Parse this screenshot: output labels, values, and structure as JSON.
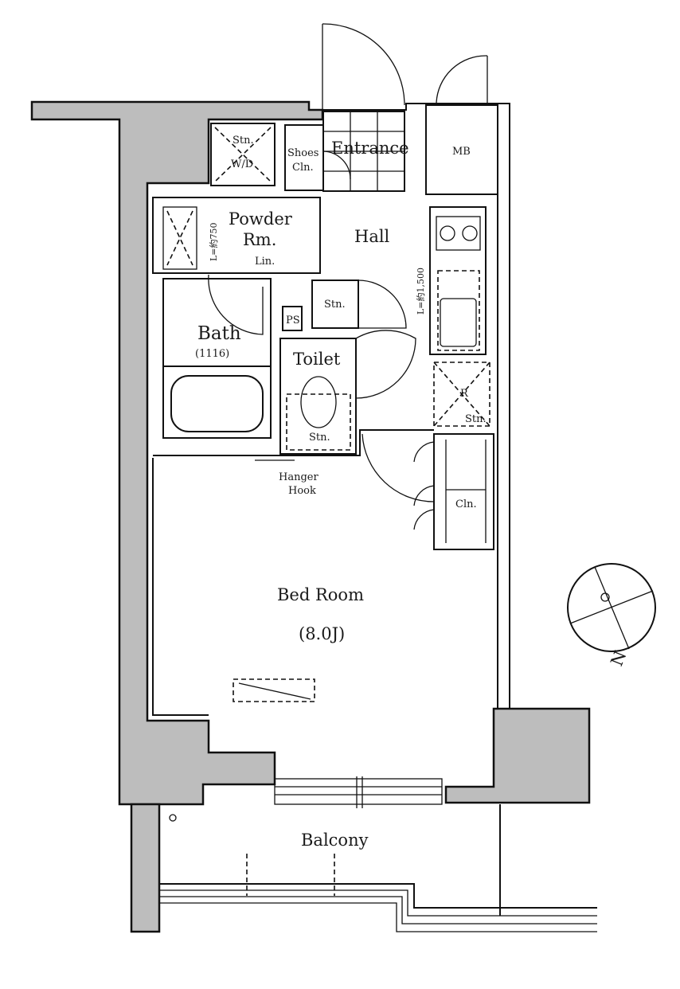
{
  "rooms": {
    "storage_wd_top": "Stn.",
    "washer_dryer": "W/D",
    "shoes_closet_line1": "Shoes",
    "shoes_closet_line2": "Cln.",
    "entrance": "Entrance",
    "meter_box": "MB",
    "powder_room_line1": "Powder",
    "powder_room_line2": "Rm.",
    "linen": "Lin.",
    "powder_ceiling_height": "L=約750",
    "hall": "Hall",
    "hall_ceiling_height": "L=約1,500",
    "pipe_space": "PS",
    "hall_storage": "Stn.",
    "bath": "Bath",
    "bath_size": "(1116)",
    "toilet": "Toilet",
    "toilet_storage": "Stn.",
    "refrigerator": "R",
    "kitchen_storage": "Stn.",
    "closet": "Cln.",
    "hanger_hook_line1": "Hanger",
    "hanger_hook_line2": "Hook",
    "bedroom": "Bed Room",
    "bedroom_size": "(8.0J)",
    "balcony": "Balcony",
    "north": "N"
  }
}
